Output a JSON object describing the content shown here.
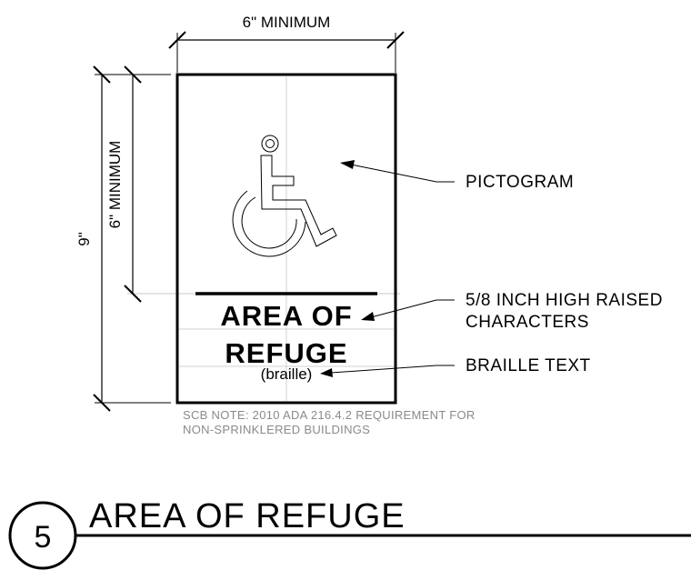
{
  "dimensions": {
    "top_width": "6\" MINIMUM",
    "pictogram_height": "6\" MINIMUM",
    "overall_height": "9\""
  },
  "sign": {
    "line1": "AREA OF",
    "line2": "REFUGE",
    "braille": "(braille)",
    "pictogram_icon": "wheelchair-accessibility-icon"
  },
  "callouts": {
    "pictogram": "PICTOGRAM",
    "raised_line1": "5/8 INCH HIGH RAISED",
    "raised_line2": "CHARACTERS",
    "braille": "BRAILLE TEXT"
  },
  "note": {
    "line1": "SCB NOTE: 2010 ADA 216.4.2 REQUIREMENT FOR",
    "line2": "NON-SPRINKLERED BUILDINGS"
  },
  "title_block": {
    "number": "5",
    "title": "AREA OF REFUGE"
  },
  "colors": {
    "ink": "#000000",
    "note_gray": "#8a8a8a",
    "guide_gray": "#c8c8c8"
  }
}
